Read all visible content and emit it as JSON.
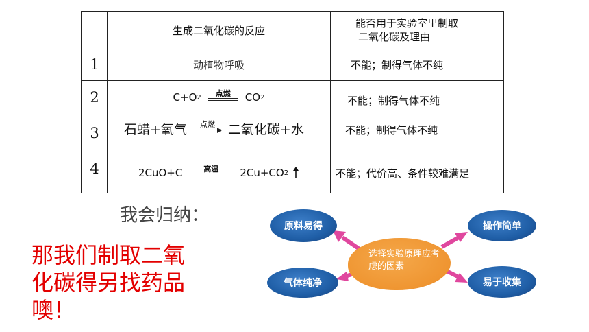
{
  "table": {
    "headers": {
      "reaction": "生成二氧化碳的反应",
      "usable_line1": "能否用于实验室里制取",
      "usable_line2": "二氧化碳及理由"
    },
    "rows": [
      {
        "num": "1",
        "reaction": "动植物呼吸",
        "answer": "不能；制得气体不纯"
      },
      {
        "num": "2",
        "r_left": "C+O",
        "r_left_sub": "2",
        "condition": "点燃",
        "r_right": "CO",
        "r_right_sub": "2",
        "answer": "不能；制得气体不纯"
      },
      {
        "num": "3",
        "r_left": "石蜡+氧气",
        "condition": "点燃",
        "r_right": "二氧化碳+水",
        "answer": "不能；制得气体不纯"
      },
      {
        "num": "4",
        "r_left": "2CuO+C",
        "condition": "高温",
        "r_right": "2Cu+CO",
        "r_right_sub": "2",
        "answer": "不能；代价高、条件较难满足"
      }
    ]
  },
  "summary_label": "我会归纳：",
  "red_note": "那我们制取二氧化碳得另找药品噢！",
  "diagram": {
    "center": "选择实验原理应考虑的因素",
    "nodes": {
      "top_left": "原料易得",
      "bottom_left": "气体纯净",
      "top_right": "操作简单",
      "bottom_right": "易于收集"
    },
    "colors": {
      "node": "#1f5ea6",
      "center": "#ef9531",
      "arrow": "#e0479e"
    }
  }
}
